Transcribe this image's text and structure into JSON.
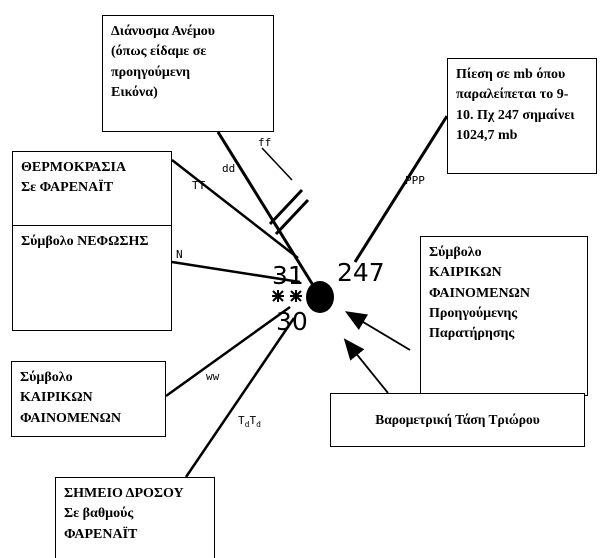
{
  "boxes": {
    "wind": [
      "Διάνυσμα Ανέμου",
      "(όπως είδαμε σε",
      "προηγούμενη",
      "Εικόνα)"
    ],
    "pressure": [
      "Πίεση σε mb όπου",
      "παραλείπεται το 9-",
      "10. Πχ 247 σημαίνει",
      "1024,7 mb"
    ],
    "temperature": [
      "ΘΕΡΜΟΚΡΑΣΙΑ",
      "Σε ΦΑΡΕΝΑΪΤ"
    ],
    "cloud": [
      "Σύμβολο ΝΕΦΩΣΗΣ"
    ],
    "weather_previous": [
      "Σύμβολο",
      "ΚΑΙΡΙΚΩΝ",
      "ΦΑΙΝΟΜΕΝΩΝ",
      "Προηγούμενης",
      "Παρατήρησης"
    ],
    "weather": [
      "Σύμβολο",
      "ΚΑΙΡΙΚΩΝ",
      "ΦΑΙΝΟΜΕΝΩΝ"
    ],
    "tendency": "Βαρομετρική Τάση Τριώρου",
    "dew_point": [
      "ΣΗΜΕΙΟ ΔΡΟΣΟΥ",
      "Σε βαθμούς",
      "ΦΑΡΕΝΑΪΤ"
    ]
  },
  "station": {
    "temperature_value": "31",
    "pressure_value": "247",
    "dew_point_value": "30"
  },
  "line_labels": {
    "ff": "ff",
    "dd": "dd",
    "ppp": "PPP",
    "tt": "TT",
    "n": "N",
    "ww": "ww",
    "tdtd_main": "T",
    "tdtd_sub": "d"
  }
}
